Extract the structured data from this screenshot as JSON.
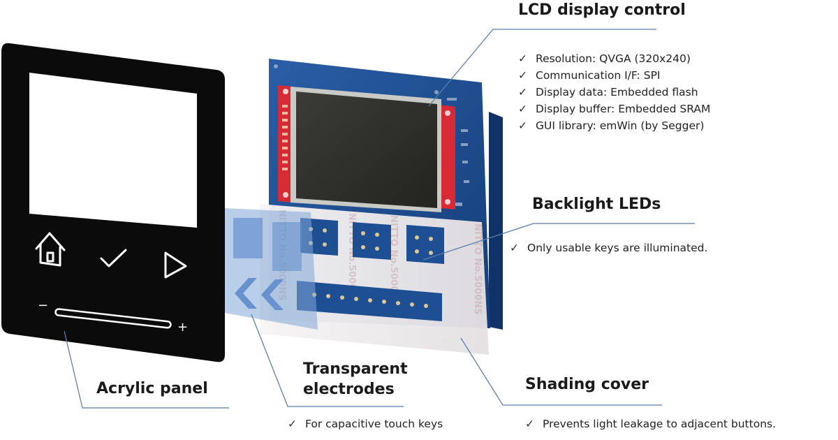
{
  "labels": {
    "lcd": {
      "title": "LCD display control",
      "features": [
        "Resolution: QVGA (320x240)",
        "Communication I/F: SPI",
        "Display data: Embedded flash",
        "Display buffer: Embedded SRAM",
        "GUI library: emWin (by Segger)"
      ]
    },
    "backlight": {
      "title": "Backlight LEDs",
      "features": [
        "Only usable keys are illuminated."
      ]
    },
    "acrylic": {
      "title": "Acrylic panel"
    },
    "electrodes": {
      "title_line1": "Transparent",
      "title_line2": "electrodes",
      "features": [
        "For capacitive touch keys"
      ]
    },
    "shading": {
      "title": "Shading cover",
      "features": [
        "Prevents light leakage to adjacent buttons."
      ]
    }
  },
  "panel_marks": {
    "minus": "−",
    "plus": "+"
  },
  "cover_text": {
    "print": "NITTO No.5000NS"
  },
  "icons": [
    "home-icon",
    "checkmark-icon",
    "play-icon",
    "chevron-left-icon",
    "slider-icon"
  ],
  "colors": {
    "pcb": "#1f4e92",
    "panel": "#0b0b0b",
    "electrode": "#7fa6d6",
    "leader_line": "#5b7fae",
    "lcd_frame": "#d62b35"
  }
}
